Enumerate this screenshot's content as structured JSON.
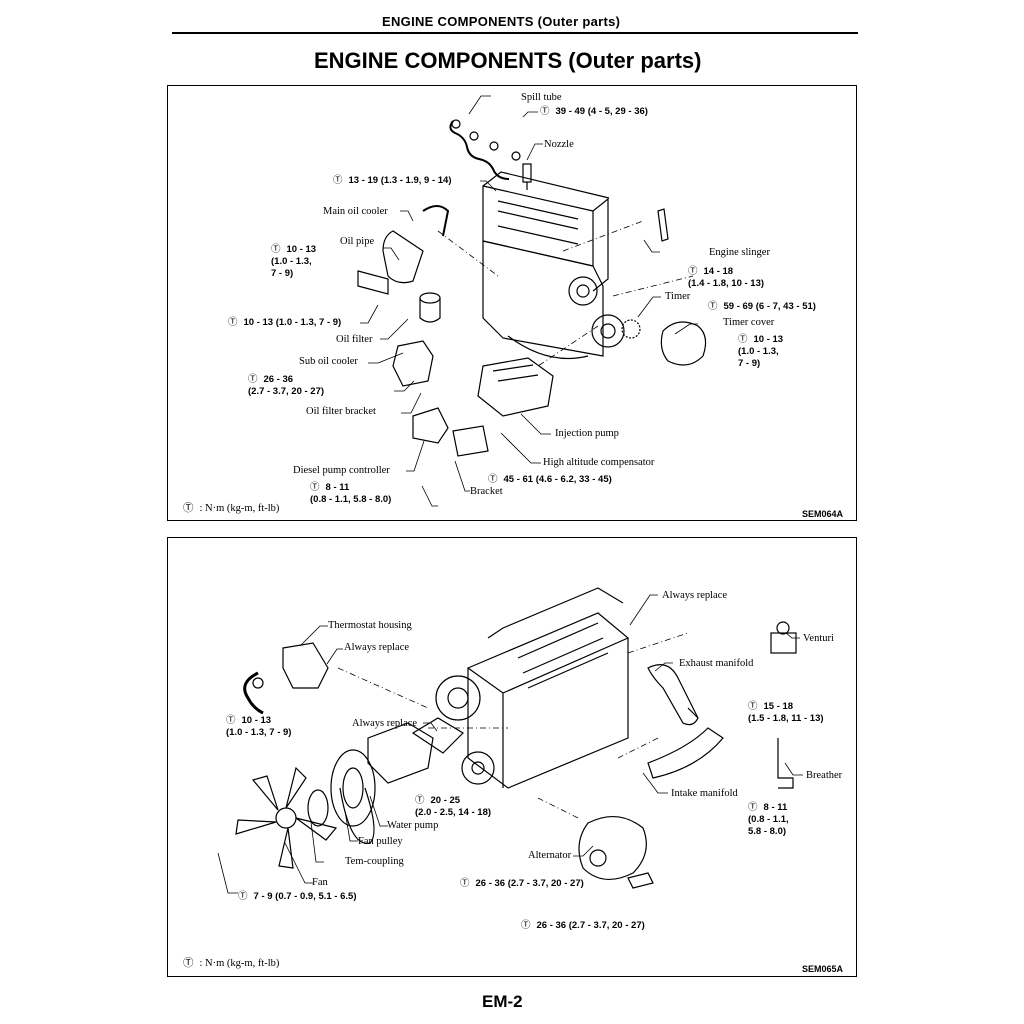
{
  "header": {
    "running_title": "ENGINE COMPONENTS (Outer parts)",
    "main_title": "ENGINE COMPONENTS (Outer parts)"
  },
  "torque_symbol": "Ⓣ",
  "figure1": {
    "code": "SEM064A",
    "legend": ": N·m (kg-m, ft-lb)",
    "labels": {
      "spill_tube": "Spill tube",
      "nozzle": "Nozzle",
      "main_oil_cooler": "Main oil cooler",
      "oil_pipe": "Oil pipe",
      "oil_filter": "Oil filter",
      "sub_oil_cooler": "Sub oil cooler",
      "oil_filter_bracket": "Oil filter bracket",
      "diesel_pump_controller": "Diesel pump controller",
      "engine_slinger": "Engine slinger",
      "timer": "Timer",
      "timer_cover": "Timer cover",
      "injection_pump": "Injection pump",
      "high_altitude_compensator": "High altitude compensator",
      "bracket": "Bracket"
    },
    "torques": {
      "spill_tube": "39 - 49 (4 - 5, 29 - 36)",
      "top_left": "13 - 19 (1.3 - 1.9, 9 - 14)",
      "oil_pipe": "10 - 13\n(1.0 - 1.3,\n7 - 9)",
      "oil_filter": "10 - 13 (1.0 - 1.3, 7 - 9)",
      "sub_oil_cooler": "26 - 36\n(2.7 - 3.7, 20 - 27)",
      "controller": "8 - 11\n(0.8 - 1.1, 5.8 - 8.0)",
      "slinger": "14 - 18\n(1.4 - 1.8, 10 - 13)",
      "timer": "59 - 69 (6 - 7, 43 - 51)",
      "timer_cover": "10 - 13\n(1.0 - 1.3,\n7 - 9)",
      "bracket": "45 - 61 (4.6 - 6.2, 33 - 45)"
    }
  },
  "figure2": {
    "code": "SEM065A",
    "legend": ": N·m (kg-m, ft-lb)",
    "labels": {
      "thermostat_housing": "Thermostat housing",
      "always_replace_1": "Always replace",
      "always_replace_2": "Always replace",
      "always_replace_3": "Always replace",
      "venturi": "Venturi",
      "exhaust_manifold": "Exhaust manifold",
      "breather": "Breather",
      "intake_manifold": "Intake manifold",
      "water_pump": "Water pump",
      "fan_pulley": "Fan pulley",
      "tem_coupling": "Tem-coupling",
      "fan": "Fan",
      "alternator": "Alternator"
    },
    "torques": {
      "thermostat": "10 - 13\n(1.0 - 1.3, 7 - 9)",
      "exhaust": "15 - 18\n(1.5 - 1.8, 11 - 13)",
      "breather": "8 - 11\n(0.8 - 1.1,\n5.8 - 8.0)",
      "water_pump": "20 - 25\n(2.0 - 2.5, 14 - 18)",
      "fan": "7 - 9 (0.7 - 0.9, 5.1 - 6.5)",
      "alternator_1": "26 - 36 (2.7 - 3.7, 20 - 27)",
      "alternator_2": "26 - 36 (2.7 - 3.7, 20 - 27)"
    }
  },
  "footer": {
    "page_number": "EM-2"
  }
}
